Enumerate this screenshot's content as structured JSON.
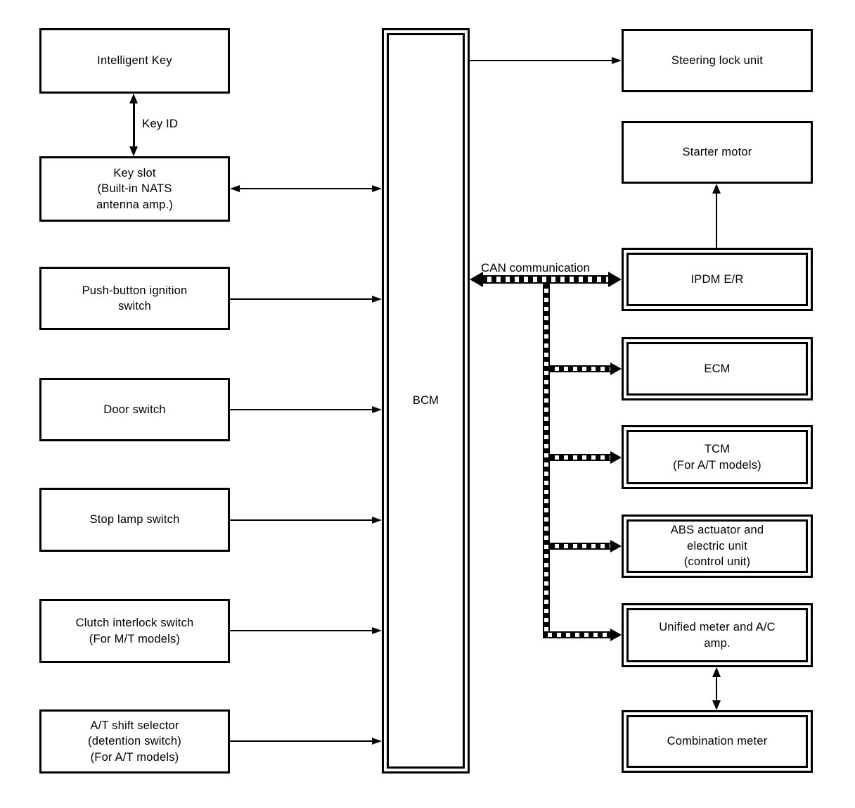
{
  "diagram": {
    "bcm": {
      "label": "BCM"
    },
    "left_nodes": [
      {
        "id": "intelligent-key",
        "label": "Intelligent Key"
      },
      {
        "id": "key-slot",
        "label": "Key slot\n(Built-in NATS\nantenna amp.)"
      },
      {
        "id": "push-button-ignition-switch",
        "label": "Push-button ignition\nswitch"
      },
      {
        "id": "door-switch",
        "label": "Door switch"
      },
      {
        "id": "stop-lamp-switch",
        "label": "Stop lamp switch"
      },
      {
        "id": "clutch-interlock-switch",
        "label": "Clutch interlock switch\n(For M/T models)"
      },
      {
        "id": "at-shift-selector",
        "label": "A/T shift selector\n(detention switch)\n(For A/T models)"
      }
    ],
    "right_nodes": [
      {
        "id": "steering-lock-unit",
        "label": "Steering lock unit"
      },
      {
        "id": "starter-motor",
        "label": "Starter motor"
      },
      {
        "id": "ipdm-er",
        "label": "IPDM E/R"
      },
      {
        "id": "ecm",
        "label": "ECM"
      },
      {
        "id": "tcm",
        "label": "TCM\n(For A/T models)"
      },
      {
        "id": "abs-actuator",
        "label": "ABS actuator and\nelectric unit\n(control unit)"
      },
      {
        "id": "unified-meter",
        "label": "Unified meter and A/C\namp."
      },
      {
        "id": "combination-meter",
        "label": "Combination meter"
      }
    ],
    "labels": {
      "key_id": "Key ID",
      "can_communication": "CAN communication"
    },
    "colors": {
      "line": "#000000",
      "background": "#ffffff"
    }
  }
}
